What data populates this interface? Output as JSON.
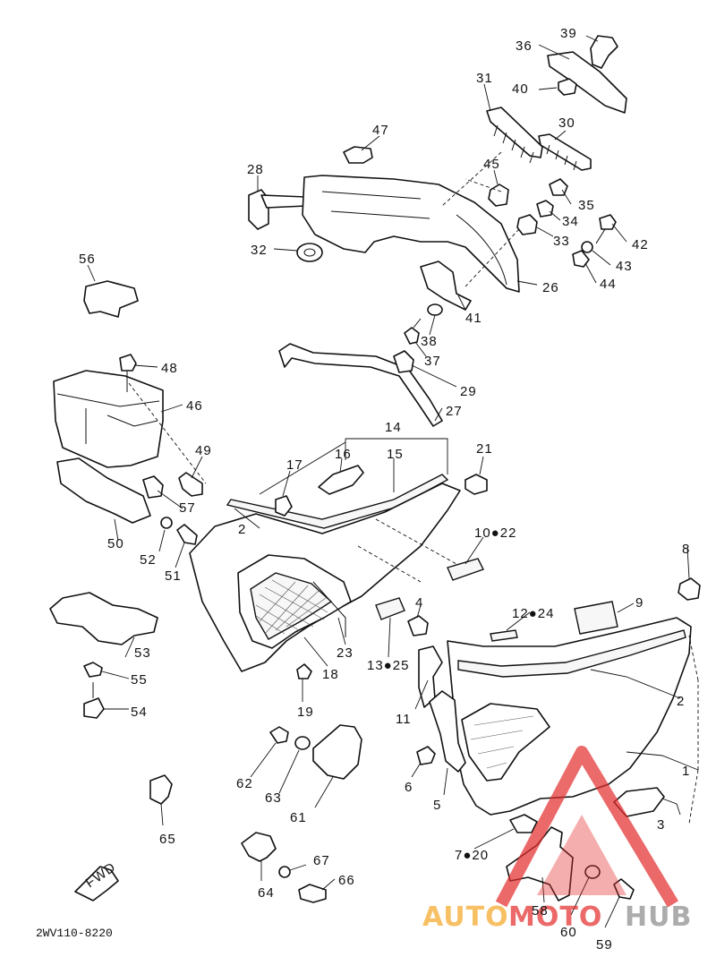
{
  "diagram": {
    "drawing_code": "2WV110-8220",
    "callouts": [
      {
        "id": "39",
        "label": "39"
      },
      {
        "id": "36",
        "label": "36"
      },
      {
        "id": "40",
        "label": "40"
      },
      {
        "id": "31",
        "label": "31"
      },
      {
        "id": "30",
        "label": "30"
      },
      {
        "id": "47",
        "label": "47"
      },
      {
        "id": "45",
        "label": "45"
      },
      {
        "id": "35",
        "label": "35"
      },
      {
        "id": "28",
        "label": "28"
      },
      {
        "id": "34",
        "label": "34"
      },
      {
        "id": "42",
        "label": "42"
      },
      {
        "id": "33",
        "label": "33"
      },
      {
        "id": "32",
        "label": "32"
      },
      {
        "id": "43",
        "label": "43"
      },
      {
        "id": "56",
        "label": "56"
      },
      {
        "id": "44",
        "label": "44"
      },
      {
        "id": "26",
        "label": "26"
      },
      {
        "id": "41",
        "label": "41"
      },
      {
        "id": "38",
        "label": "38"
      },
      {
        "id": "37",
        "label": "37"
      },
      {
        "id": "48",
        "label": "48"
      },
      {
        "id": "29",
        "label": "29"
      },
      {
        "id": "46",
        "label": "46"
      },
      {
        "id": "27",
        "label": "27"
      },
      {
        "id": "14",
        "label": "14"
      },
      {
        "id": "49",
        "label": "49"
      },
      {
        "id": "16",
        "label": "16"
      },
      {
        "id": "15",
        "label": "15"
      },
      {
        "id": "17",
        "label": "17"
      },
      {
        "id": "21",
        "label": "21"
      },
      {
        "id": "57",
        "label": "57"
      },
      {
        "id": "2a",
        "label": "2"
      },
      {
        "id": "10_22",
        "label": "10●22"
      },
      {
        "id": "50",
        "label": "50"
      },
      {
        "id": "52",
        "label": "52"
      },
      {
        "id": "51",
        "label": "51"
      },
      {
        "id": "8",
        "label": "8"
      },
      {
        "id": "4",
        "label": "4"
      },
      {
        "id": "9",
        "label": "9"
      },
      {
        "id": "12_24",
        "label": "12●24"
      },
      {
        "id": "53",
        "label": "53"
      },
      {
        "id": "23",
        "label": "23"
      },
      {
        "id": "13_25",
        "label": "13●25"
      },
      {
        "id": "18",
        "label": "18"
      },
      {
        "id": "55",
        "label": "55"
      },
      {
        "id": "2b",
        "label": "2"
      },
      {
        "id": "54",
        "label": "54"
      },
      {
        "id": "19",
        "label": "19"
      },
      {
        "id": "11",
        "label": "11"
      },
      {
        "id": "1",
        "label": "1"
      },
      {
        "id": "62",
        "label": "62"
      },
      {
        "id": "6",
        "label": "6"
      },
      {
        "id": "63",
        "label": "63"
      },
      {
        "id": "5",
        "label": "5"
      },
      {
        "id": "61",
        "label": "61"
      },
      {
        "id": "3",
        "label": "3"
      },
      {
        "id": "65",
        "label": "65"
      },
      {
        "id": "7_20",
        "label": "7●20"
      },
      {
        "id": "67",
        "label": "67"
      },
      {
        "id": "64",
        "label": "64"
      },
      {
        "id": "66",
        "label": "66"
      },
      {
        "id": "58",
        "label": "58"
      },
      {
        "id": "60",
        "label": "60"
      },
      {
        "id": "59",
        "label": "59"
      }
    ],
    "fwd_label": "FWD"
  },
  "watermark": {
    "part1": "AUTO",
    "part2": "MOTO",
    "part3": "HUB",
    "color_red": "#e32b2b",
    "color_orange": "#f5a623",
    "color_gray": "#8a8a8a"
  }
}
